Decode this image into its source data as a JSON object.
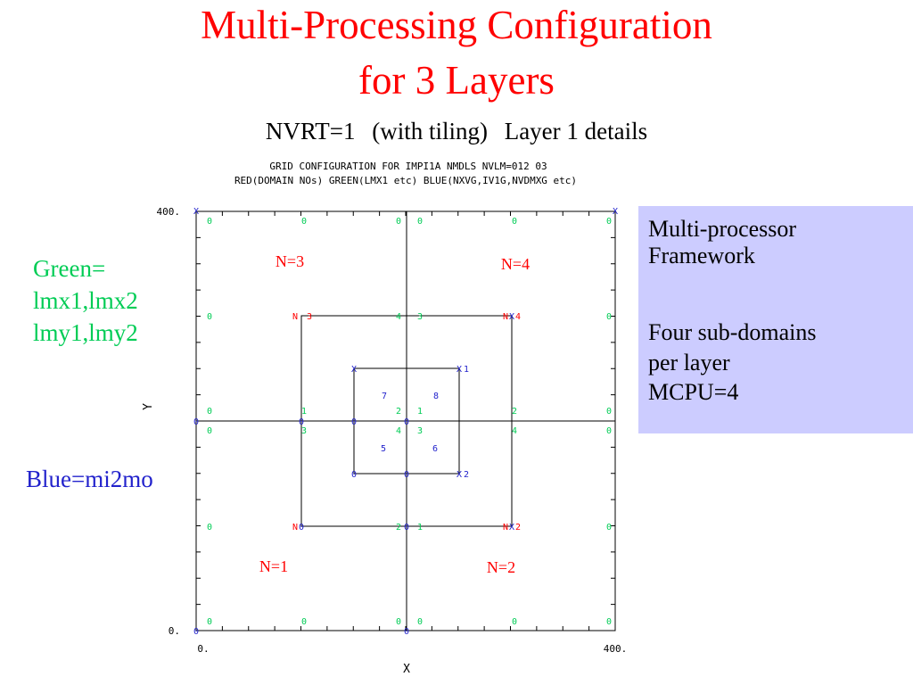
{
  "title": {
    "line1": "Multi-Processing Configuration",
    "line2": "for 3 Layers"
  },
  "subtitle": {
    "part1": "NVRT=1",
    "part2": "(with tiling)",
    "part3": "Layer 1 details"
  },
  "plot_header": {
    "line1": "GRID CONFIGURATION FOR IMPI1A NMDLS NVLM=012 03",
    "line2": "RED(DOMAIN NOs) GREEN(LMX1 etc) BLUE(NXVG,IV1G,NVDMXG etc)"
  },
  "axes": {
    "y_max": "400.",
    "y_min": "0.",
    "x_min": "0.",
    "x_max": "400.",
    "xlabel": "X",
    "ylabel": "Y"
  },
  "domain_labels": [
    "N=3",
    "N=4",
    "N=1",
    "N=2"
  ],
  "side_notes": {
    "green_line1": "Green=",
    "green_line2": "lmx1,lmx2",
    "green_line3": "lmy1,lmy2",
    "blue": "Blue=mi2mo"
  },
  "info_box": {
    "line1": "Multi-processor",
    "line2": "Framework",
    "line3": "Four sub-domains",
    "line4": "per layer",
    "line5": "MCPU=4"
  },
  "colors": {
    "title": "#ff0000",
    "green": "#00cc55",
    "blue": "#2222cc",
    "red": "#ff0000",
    "box": "#ccccff"
  }
}
